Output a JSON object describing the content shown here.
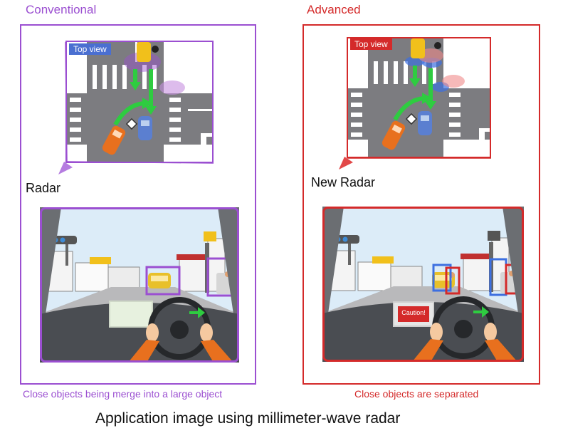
{
  "colors": {
    "conventional": "#9b4fd1",
    "advanced": "#d42a2a",
    "road": "#7c7c80",
    "sky": "#dcecf8",
    "dashboard": "#4a4d52",
    "arrow": "#2ecc40"
  },
  "panels": {
    "conventional": {
      "heading": "Conventional",
      "top_view_label": "Top view",
      "radar_label": "Radar",
      "caption": "Close objects being merge into a large object"
    },
    "advanced": {
      "heading": "Advanced",
      "top_view_label": "Top view",
      "radar_label": "New Radar",
      "caption": "Close objects are separated",
      "screen_warning": "Caution!"
    }
  },
  "title": "Application image using millimeter-wave radar"
}
